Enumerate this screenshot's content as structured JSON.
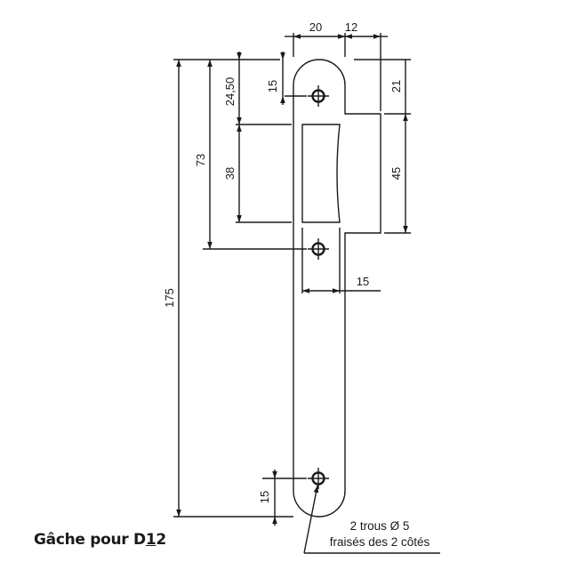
{
  "title": {
    "prefix": "Gâche pour D",
    "underlined": "1",
    "suffix": "2",
    "full": "Gâche pour D12"
  },
  "dimensions": {
    "top_width_plate": "20",
    "top_width_step": "12",
    "hole_top_offset": "15",
    "top_to_slot": "24,50",
    "slot_height": "38",
    "top_to_second_hole": "73",
    "total_height": "175",
    "step_top": "21",
    "step_height": "45",
    "slot_width": "15",
    "hole_bottom_offset": "15"
  },
  "note": {
    "line1": "2 trous Ø 5",
    "line2": "fraisés des 2 côtés"
  },
  "colors": {
    "line": "#1a1a1a",
    "background": "#ffffff"
  }
}
